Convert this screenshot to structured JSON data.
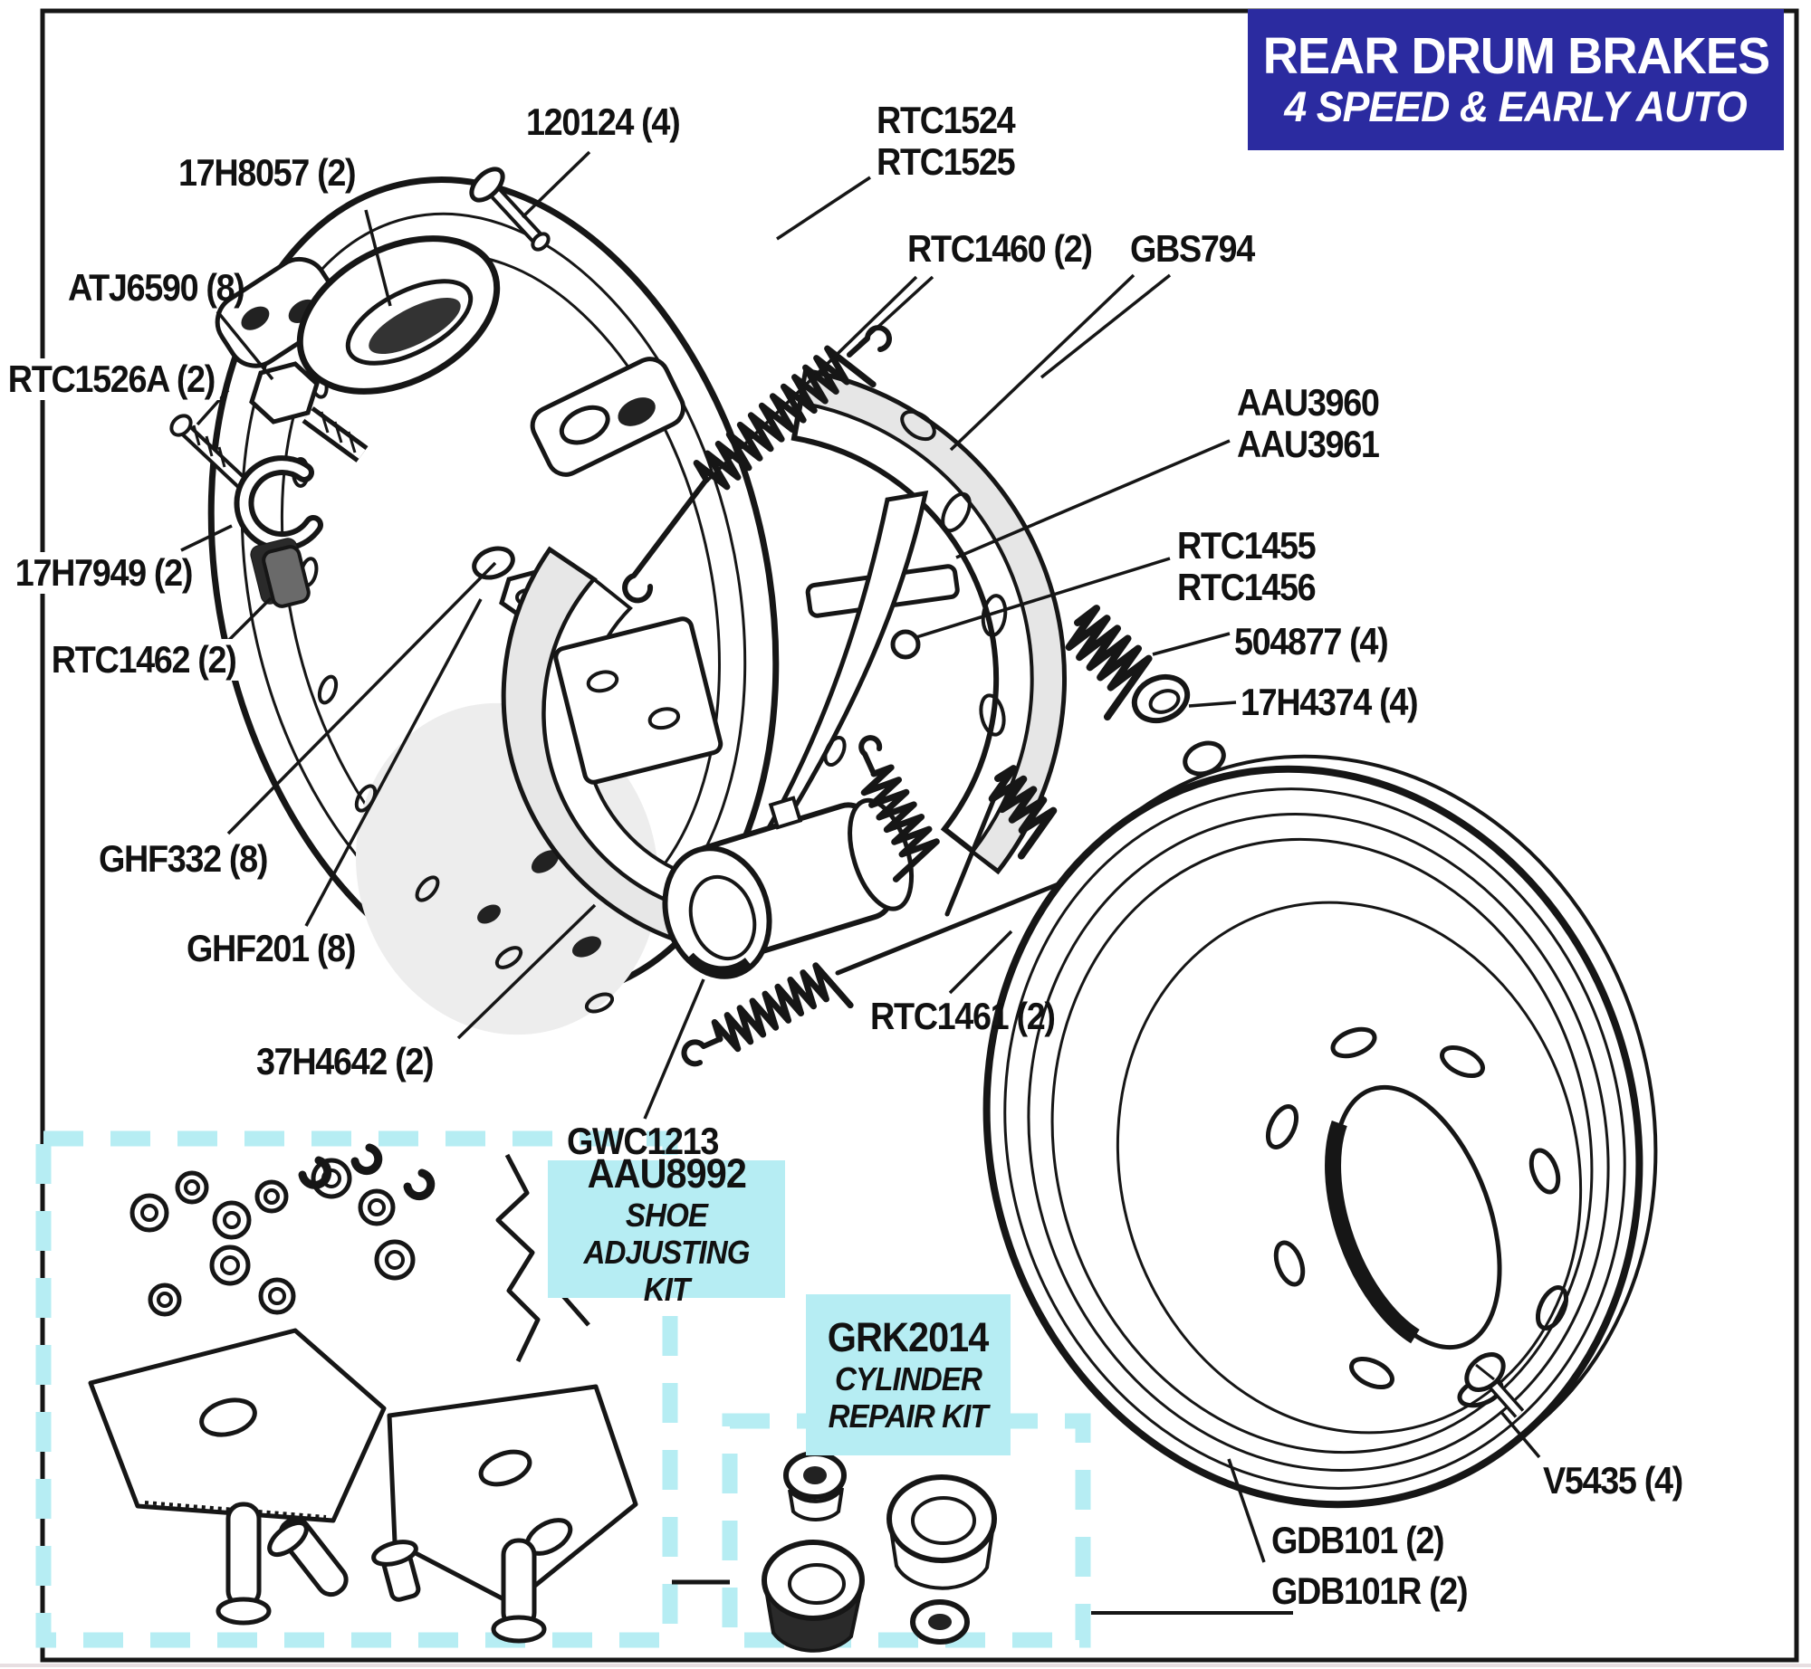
{
  "header": {
    "title_line1": "REAR DRUM BRAKES",
    "title_line2": "4 SPEED & EARLY AUTO"
  },
  "colors": {
    "title_bg": "#2b2ba0",
    "title_fg": "#ffffff",
    "highlight_cyan": "#b6edf3",
    "line": "#161616"
  },
  "part_labels": [
    {
      "id": "clevis-pin",
      "text": "120124 (4)"
    },
    {
      "id": "grommet",
      "text": "17H8057 (2)"
    },
    {
      "id": "backplate-a",
      "text": "RTC1524"
    },
    {
      "id": "backplate-b",
      "text": "RTC1525"
    },
    {
      "id": "spring-upper",
      "text": "RTC1460 (2)"
    },
    {
      "id": "shoe-set",
      "text": "GBS794"
    },
    {
      "id": "bolt",
      "text": "ATJ6590 (8)"
    },
    {
      "id": "stud",
      "text": "RTC1526A (2)"
    },
    {
      "id": "lever-a",
      "text": "AAU3960"
    },
    {
      "id": "lever-b",
      "text": "AAU3961"
    },
    {
      "id": "strut-a",
      "text": "RTC1455"
    },
    {
      "id": "strut-b",
      "text": "RTC1456"
    },
    {
      "id": "clip",
      "text": "17H7949 (2)"
    },
    {
      "id": "pad",
      "text": "RTC1462 (2)"
    },
    {
      "id": "holddown-spring",
      "text": "504877 (4)"
    },
    {
      "id": "cup-washer",
      "text": "17H4374 (4)"
    },
    {
      "id": "nut",
      "text": "GHF332 (8)"
    },
    {
      "id": "washer",
      "text": "GHF201 (8)"
    },
    {
      "id": "adjuster",
      "text": "37H4642 (2)"
    },
    {
      "id": "wheel-cylinder",
      "text": "GWC1213"
    },
    {
      "id": "spring-lower",
      "text": "RTC1461 (2)"
    },
    {
      "id": "drum-screw",
      "text": "V5435 (4)"
    },
    {
      "id": "drum-a",
      "text": "GDB101 (2)"
    },
    {
      "id": "drum-b",
      "text": "GDB101R (2)"
    }
  ],
  "kits": {
    "shoe_adjusting": {
      "code": "AAU8992",
      "name_line1": "SHOE",
      "name_line2": "ADJUSTING KIT"
    },
    "cylinder_repair": {
      "code": "GRK2014",
      "name_line1": "CYLINDER",
      "name_line2": "REPAIR KIT"
    }
  }
}
